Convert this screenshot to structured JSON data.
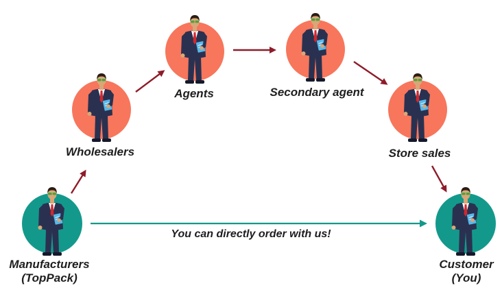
{
  "colors": {
    "orange_circle": "#f7765c",
    "teal_circle": "#13998c",
    "chain_arrow": "#8e1c2a",
    "direct_arrow": "#13998c",
    "suit": "#2a3150",
    "shirt": "#ffffff",
    "tie": "#d3282e",
    "skin": "#d9a777",
    "hair": "#2b1d14",
    "glasses": "#4fa33e",
    "document": "#58b8ea",
    "shoe": "#15192b"
  },
  "nodes": [
    {
      "id": "manufacturers",
      "label_lines": [
        "Manufacturers",
        "(TopPack)"
      ],
      "circle": "teal"
    },
    {
      "id": "wholesalers",
      "label_lines": [
        "Wholesalers"
      ],
      "circle": "orange"
    },
    {
      "id": "agents",
      "label_lines": [
        "Agents"
      ],
      "circle": "orange"
    },
    {
      "id": "secondary-agent",
      "label_lines": [
        "Secondary agent"
      ],
      "circle": "orange"
    },
    {
      "id": "store-sales",
      "label_lines": [
        "Store sales"
      ],
      "circle": "orange"
    },
    {
      "id": "customer",
      "label_lines": [
        "Customer",
        "(You)"
      ],
      "circle": "teal"
    }
  ],
  "direct_label": "You can directly order with us!",
  "icons": {
    "person": "businessman-icon"
  }
}
